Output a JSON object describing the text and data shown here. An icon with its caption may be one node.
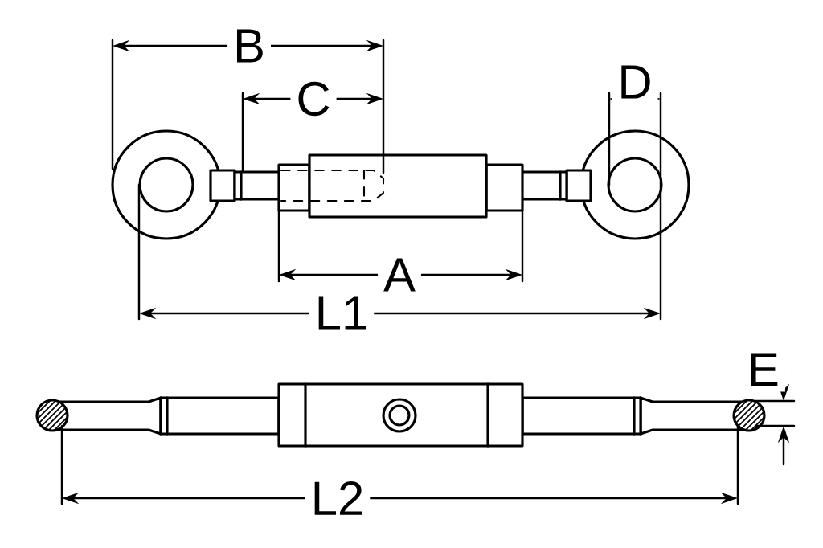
{
  "diagram": {
    "labels": [
      "B",
      "C",
      "D",
      "A",
      "L1",
      "E",
      "L2"
    ]
  }
}
